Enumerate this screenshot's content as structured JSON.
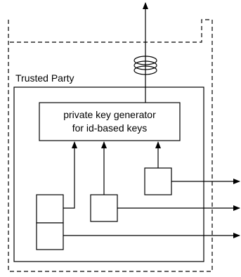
{
  "diagram": {
    "trusted_party_label": "Trusted Party",
    "generator_line1": "private key generator",
    "generator_line2": "for id-based keys"
  },
  "colors": {
    "stroke": "#000000",
    "background": "#ffffff"
  }
}
